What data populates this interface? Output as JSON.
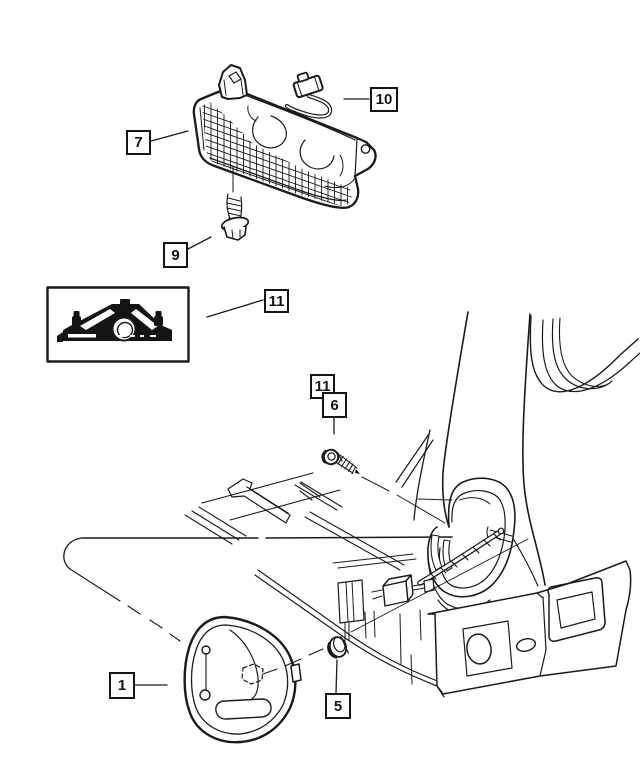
{
  "diagram": {
    "kind": "parts-diagram",
    "background_color": "#ffffff",
    "line_color": "#1a1a1a",
    "callouts": {
      "item7": {
        "label": "7"
      },
      "item10": {
        "label": "10"
      },
      "item9": {
        "label": "9"
      },
      "item11a": {
        "label": "11"
      },
      "item11b": {
        "label": "11"
      },
      "item6": {
        "label": "6"
      },
      "item1": {
        "label": "1"
      },
      "item5": {
        "label": "5"
      }
    }
  }
}
